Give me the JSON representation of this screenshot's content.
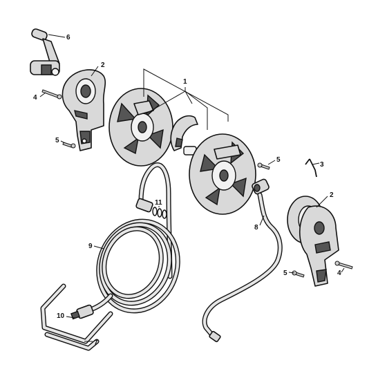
{
  "callouts": {
    "c1": "1",
    "c2a": "2",
    "c2b": "2",
    "c3": "3",
    "c4a": "4",
    "c4b": "4",
    "c5a": "5",
    "c5b": "5",
    "c5c": "5",
    "c6": "6",
    "c7": "7",
    "c8": "8",
    "c9": "9",
    "c10": "10",
    "c11": "11"
  },
  "colors": {
    "line": "#111111",
    "part_fill": "#d9d9d9",
    "part_dark": "#555555",
    "background": "#ffffff"
  }
}
